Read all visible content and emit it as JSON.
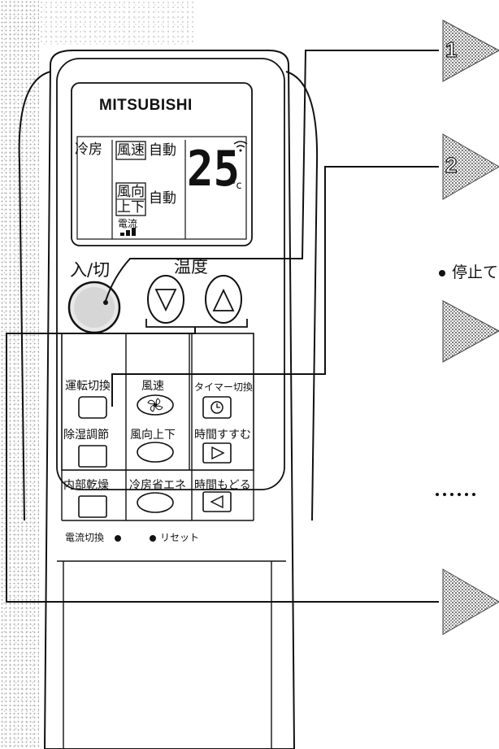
{
  "brand": "MITSUBISHI",
  "display": {
    "mode": "冷房",
    "fan_label": "風速",
    "fan_value": "自動",
    "dir_label_1": "風向",
    "dir_label_2": "上下",
    "dir_value": "自動",
    "current_label": "電流",
    "temperature": "25",
    "unit": "°c"
  },
  "labels": {
    "power": "入/切",
    "temperature": "温度"
  },
  "buttons": {
    "mode_switch": "運転切換",
    "fan_speed": "風速",
    "timer_switch": "タイマー切換",
    "dehumid": "除湿調節",
    "vane": "風向上下",
    "time_forward": "時間すすむ",
    "inner_dry": "内部乾燥",
    "cool_eco": "冷房省エネ",
    "time_back": "時間もどる"
  },
  "bottom_labels": {
    "current_switch": "電流切換",
    "reset": "リセット"
  },
  "steps": [
    "1",
    "2"
  ],
  "side_text": {
    "stop_fragment": "停止て"
  }
}
